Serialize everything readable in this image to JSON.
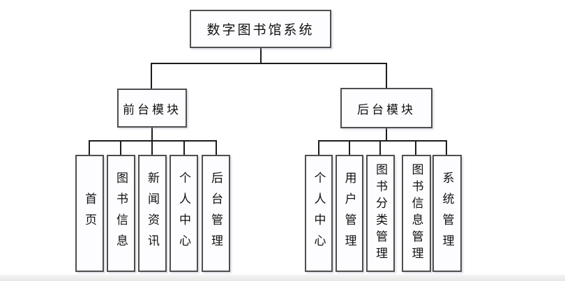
{
  "diagram": {
    "root": {
      "label": "数字图书馆系统"
    },
    "modules": [
      {
        "label": "前台模块",
        "children": [
          {
            "label": "首页"
          },
          {
            "label": "图书信息"
          },
          {
            "label": "新闻资讯"
          },
          {
            "label": "个人中心"
          },
          {
            "label": "后台管理"
          }
        ]
      },
      {
        "label": "后台模块",
        "children": [
          {
            "label": "个人中心"
          },
          {
            "label": "用户管理"
          },
          {
            "label": "图书分类管理"
          },
          {
            "label": "图书信息管理"
          },
          {
            "label": "系统管理"
          }
        ]
      }
    ],
    "colors": {
      "line": "#1c1c1c",
      "box_border": "#4e4e4e",
      "box_fill": "#fdfdff",
      "background": "#ffffff"
    }
  }
}
